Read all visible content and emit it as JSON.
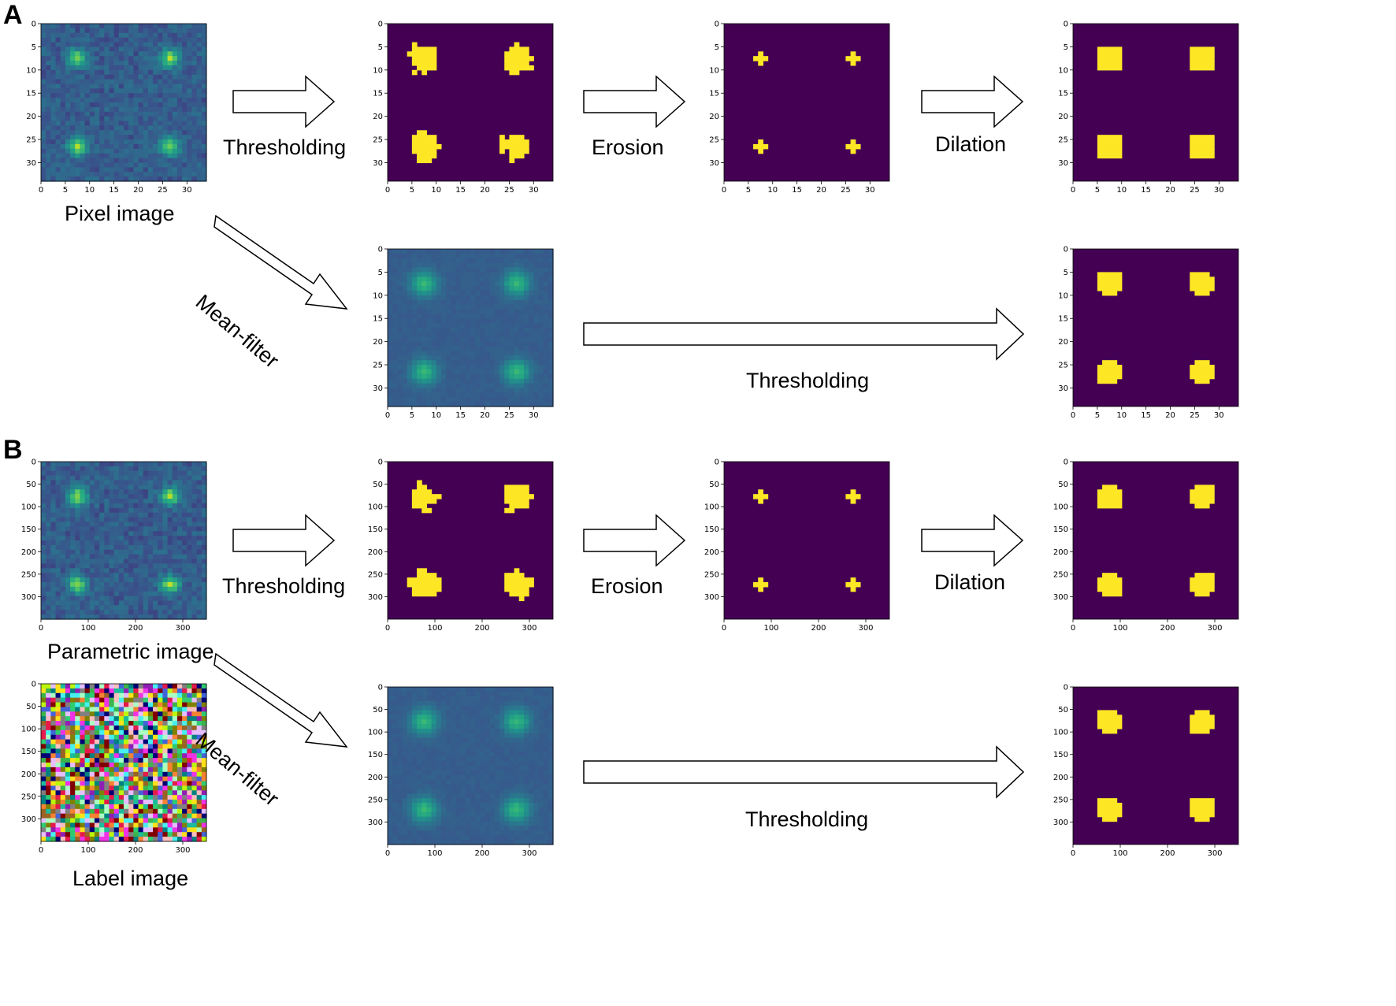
{
  "panels": {
    "A": {
      "letter": "A",
      "labels": {
        "pixel_image": "Pixel image",
        "thresholding_top": "Thresholding",
        "erosion": "Erosion",
        "dilation": "Dilation",
        "mean_filter": "Mean-filter",
        "thresholding_bottom": "Thresholding"
      },
      "axis": {
        "x_ticks": [
          "0",
          "5",
          "10",
          "15",
          "20",
          "25",
          "30"
        ],
        "y_ticks": [
          "0",
          "5",
          "10",
          "15",
          "20",
          "25",
          "30"
        ]
      }
    },
    "B": {
      "letter": "B",
      "labels": {
        "parametric_image": "Parametric image",
        "label_image": "Label image",
        "thresholding_top": "Thresholding",
        "erosion": "Erosion",
        "dilation": "Dilation",
        "mean_filter": "Mean-filter",
        "thresholding_bottom": "Thresholding"
      },
      "axis": {
        "x_ticks": [
          "0",
          "100",
          "200",
          "300"
        ],
        "y_ticks": [
          "0",
          "50",
          "100",
          "150",
          "200",
          "250",
          "300"
        ]
      }
    }
  },
  "colors": {
    "mask_background": "#440154",
    "mask_foreground": "#fde725",
    "heatmap_background": "#3b4f8a",
    "heatmap_peak": "#35b779",
    "heatmap_hot": "#b5de2b"
  }
}
